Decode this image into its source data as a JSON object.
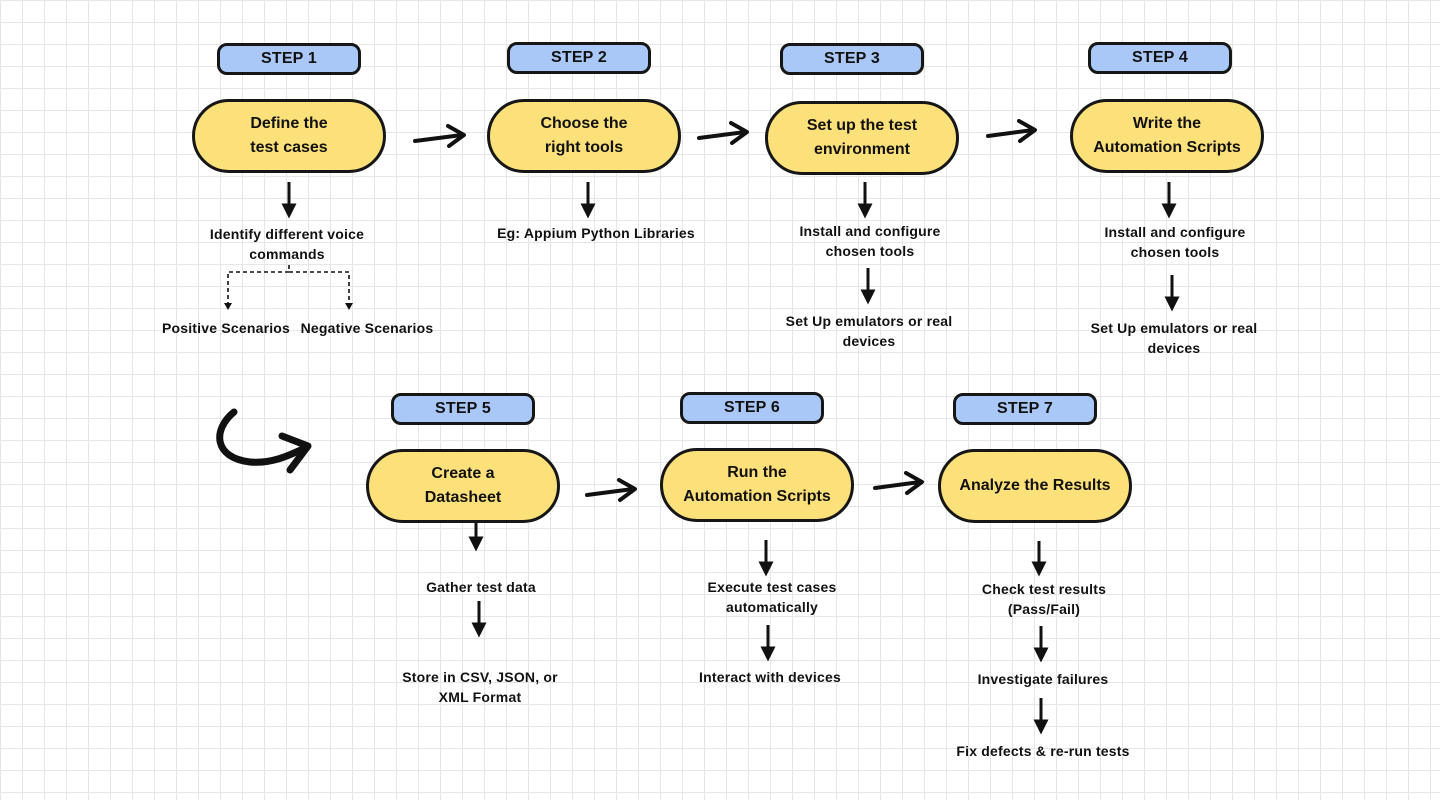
{
  "colors": {
    "badge_fill": "#a9c8f7",
    "step_fill": "#fce07a",
    "outline": "#161616",
    "grid": "#e6e6e6"
  },
  "steps": [
    {
      "badge": "STEP 1",
      "title": "Define the\ntest cases",
      "notes": [
        "Identify different voice\ncommands"
      ],
      "branches": [
        "Positive Scenarios",
        "Negative Scenarios"
      ]
    },
    {
      "badge": "STEP 2",
      "title": "Choose the\nright tools",
      "notes": [
        "Eg:  Appium Python Libraries"
      ]
    },
    {
      "badge": "STEP 3",
      "title": "Set up the test\nenvironment",
      "notes": [
        "Install and configure\nchosen tools",
        "Set Up emulators or real\ndevices"
      ]
    },
    {
      "badge": "STEP 4",
      "title": "Write the\nAutomation Scripts",
      "notes": [
        "Install and configure\nchosen tools",
        "Set Up emulators or real\ndevices"
      ]
    },
    {
      "badge": "STEP 5",
      "title": "Create a\nDatasheet",
      "notes": [
        "Gather test data",
        "Store in CSV, JSON, or\nXML Format"
      ]
    },
    {
      "badge": "STEP 6",
      "title": "Run the\nAutomation Scripts",
      "notes": [
        "Execute test cases\nautomatically",
        "Interact with devices"
      ]
    },
    {
      "badge": "STEP 7",
      "title": "Analyze the Results",
      "notes": [
        "Check test results\n(Pass/Fail)",
        "Investigate failures",
        "Fix defects & re-run tests"
      ]
    }
  ]
}
